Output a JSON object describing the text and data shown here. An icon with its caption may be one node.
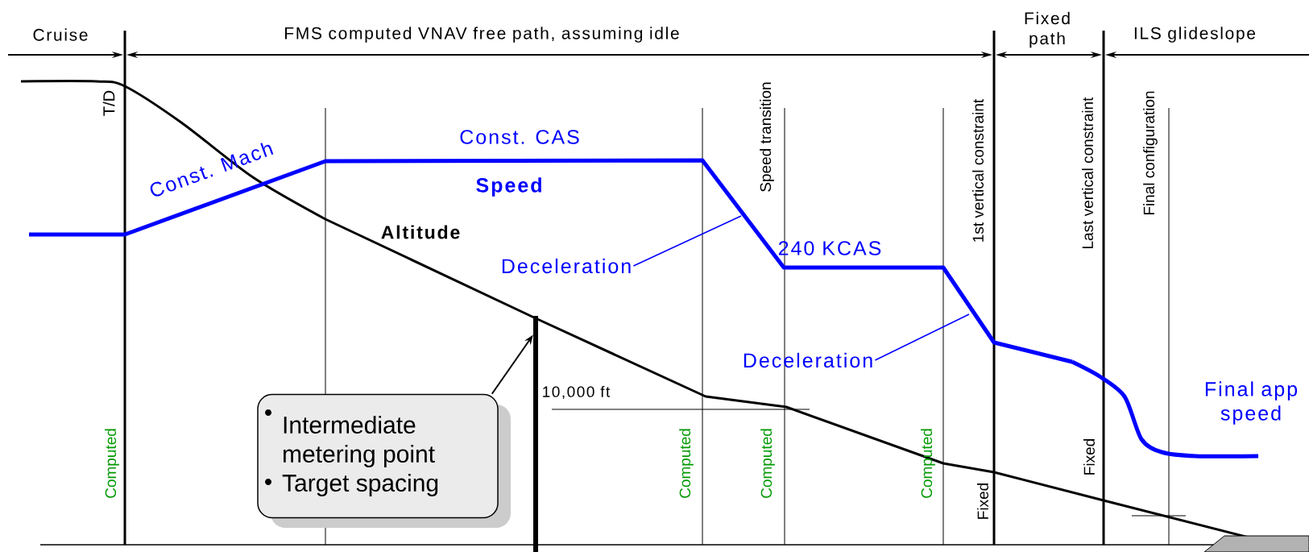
{
  "diagram": {
    "nodes": [
      {
        "text": [
          "Deceleration"
        ]
      },
      {
        "text": [
          "Deceleration"
        ]
      },
      {
        "text": [
          "Intermediate metering point",
          "Target spacing"
        ]
      },
      {
        "text": [],
        "shape": "bar"
      }
    ],
    "edges": [
      {
        "from": 0,
        "to": null,
        "arrow": "none",
        "color": "#0000ff"
      },
      {
        "from": 1,
        "to": null,
        "arrow": "none",
        "color": "#0000ff"
      },
      {
        "from": 2,
        "to": 3,
        "arrow": "to",
        "color": "#000000"
      }
    ],
    "labels": [
      "Cruise",
      "FMS computed VNAV free path, assuming idle",
      "Fixed path",
      "ILS glideslope",
      "T/D",
      "Const. Mach",
      "Const. CAS",
      "Speed",
      "Altitude",
      "Speed transition",
      "240 KCAS",
      "1st vertical constraint",
      "Last vertical constraint",
      "Final configuration",
      "10,000 ft",
      "Final app speed",
      "Computed",
      "Computed",
      "Computed",
      "Computed",
      "Fixed",
      "Fixed"
    ]
  }
}
